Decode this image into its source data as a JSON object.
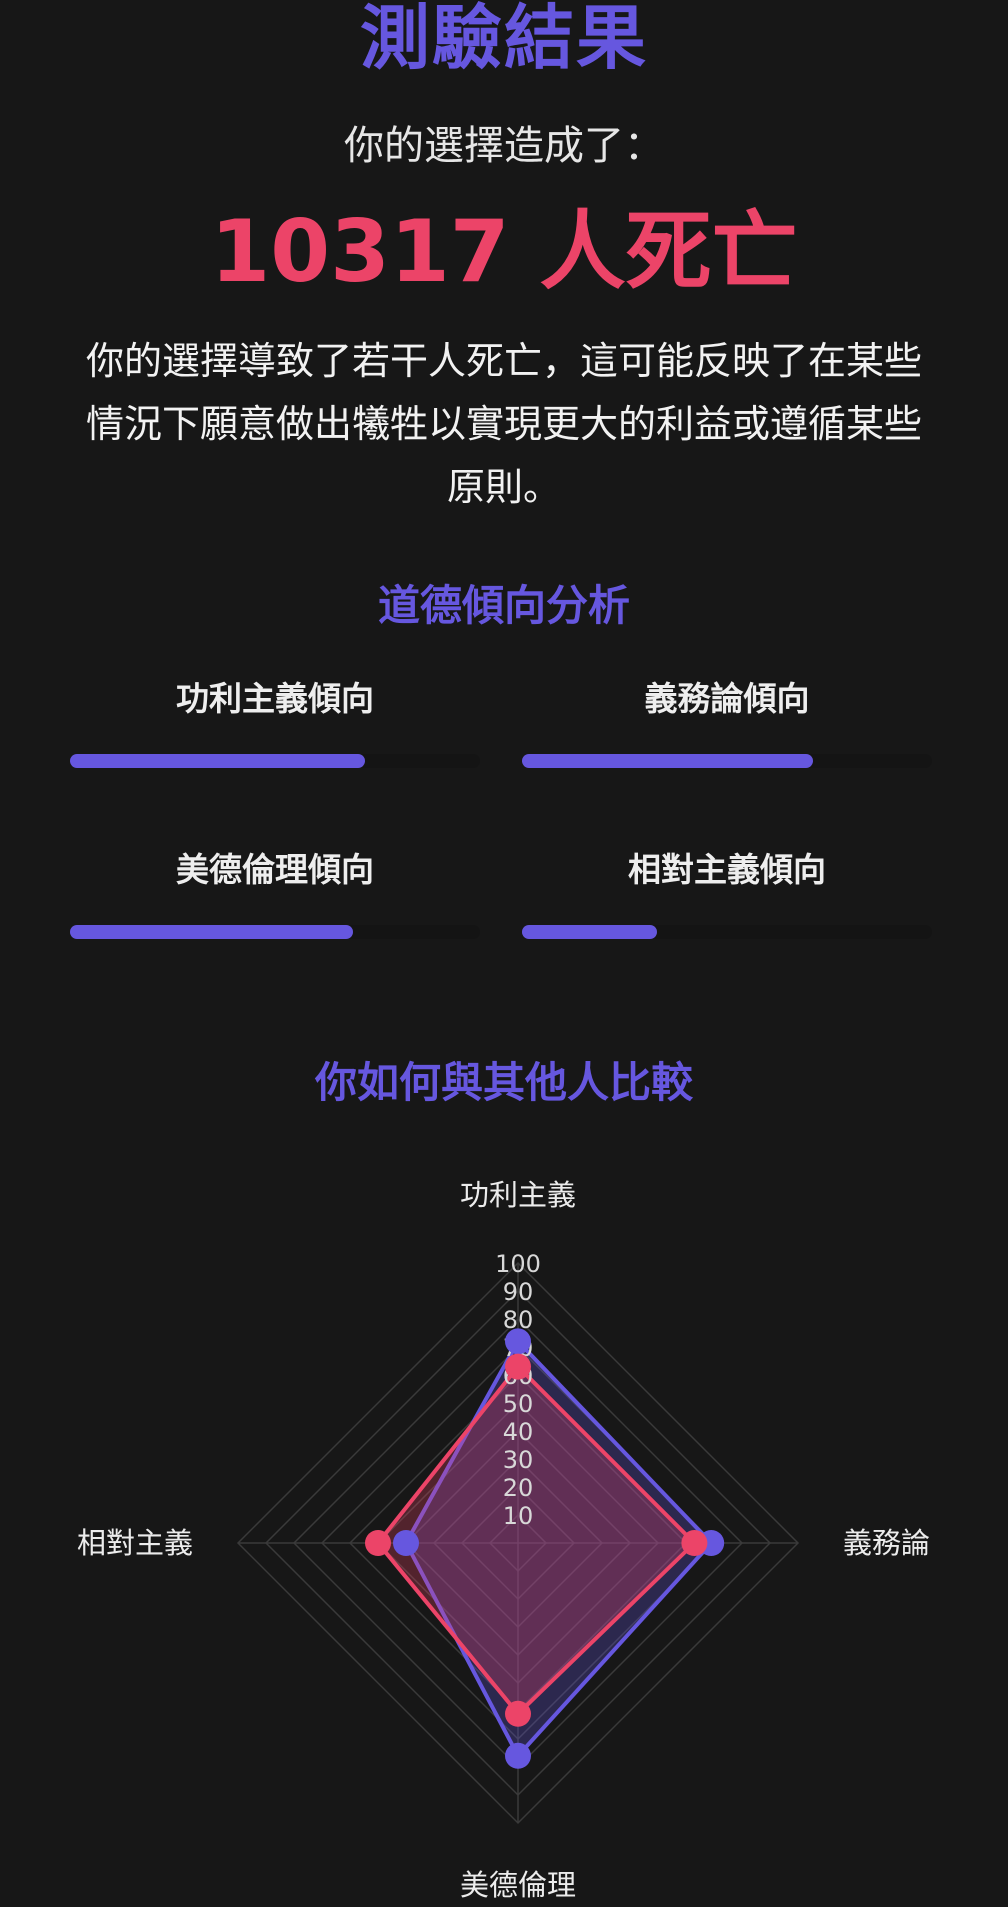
{
  "header": {
    "title": "測驗結果",
    "subtitle": "你的選擇造成了：",
    "death_result": "10317 人死亡",
    "description": "你的選擇導致了若干人死亡，這可能反映了在某些情況下願意做出犧牲以實現更大的利益或遵循某些原則。"
  },
  "analysis": {
    "heading": "道德傾向分析",
    "tendencies": [
      {
        "label": "功利主義傾向",
        "value": 0.72
      },
      {
        "label": "義務論傾向",
        "value": 0.71
      },
      {
        "label": "美德倫理傾向",
        "value": 0.69
      },
      {
        "label": "相對主義傾向",
        "value": 0.33
      }
    ]
  },
  "comparison": {
    "heading": "你如何與其他人比較"
  },
  "colors": {
    "accent": "#6657df",
    "danger": "#ec4468",
    "background": "#171717"
  },
  "chart_data": {
    "type": "radar",
    "axes": [
      "功利主義",
      "義務論",
      "美德倫理",
      "相對主義"
    ],
    "ticks": [
      10,
      20,
      30,
      40,
      50,
      60,
      70,
      80,
      90,
      100
    ],
    "range": [
      0,
      100
    ],
    "grid": true,
    "legend": "none",
    "series": [
      {
        "values": [
          72,
          69,
          76,
          40
        ],
        "color": "#6657df"
      },
      {
        "values": [
          63,
          63,
          61,
          50
        ],
        "color": "#ec4468"
      }
    ]
  }
}
